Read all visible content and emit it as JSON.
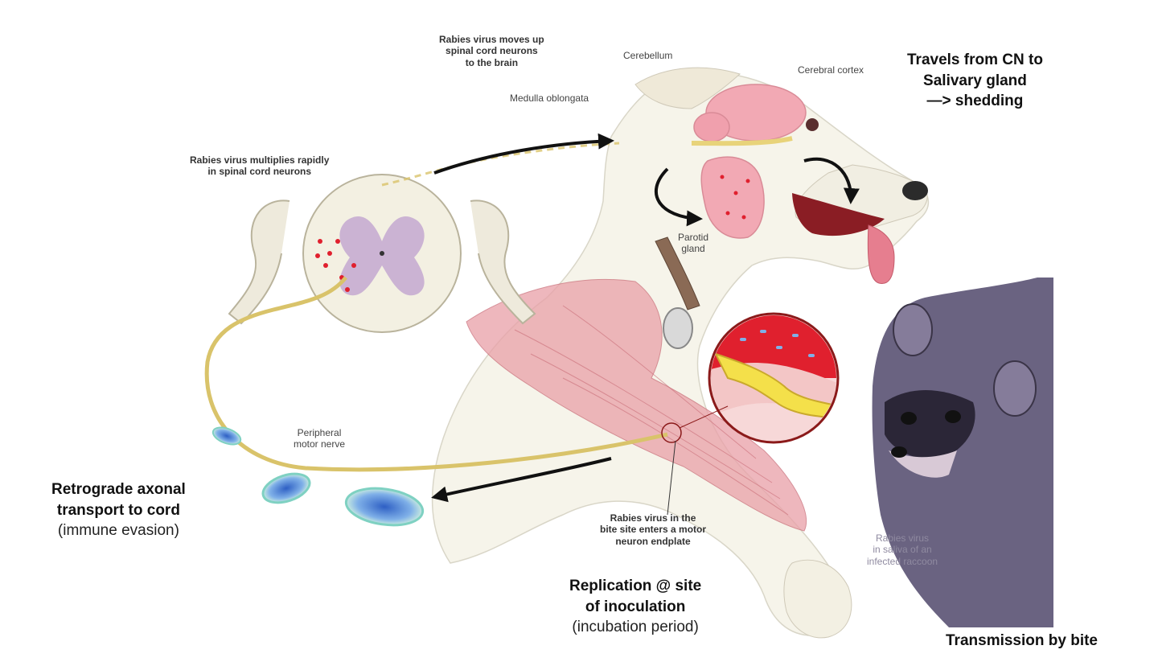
{
  "labels": {
    "spinal_up": [
      "Rabies virus moves up",
      "spinal cord neurons",
      "to the brain"
    ],
    "cerebellum": "Cerebellum",
    "cerebral_cortex": "Cerebral cortex",
    "medulla": "Medulla oblongata",
    "multiplies": [
      "Rabies virus multiplies rapidly",
      "in spinal cord neurons"
    ],
    "parotid": [
      "Parotid",
      "gland"
    ],
    "peripheral_nerve": [
      "Peripheral",
      "motor nerve"
    ],
    "bite_site": [
      "Rabies virus in the",
      "bite site enters a motor",
      "neuron endplate"
    ],
    "raccoon_saliva": [
      "Rabies virus",
      "in saliva of an",
      "infected  raccoon"
    ]
  },
  "notes": {
    "travels": [
      "Travels from CN to",
      "Salivary gland",
      "—> shedding"
    ],
    "retrograde": [
      "Retrograde axonal",
      "transport to cord"
    ],
    "retrograde_sub": "(immune evasion)",
    "replication": [
      "Replication @ site",
      "of inoculation"
    ],
    "replication_sub": "(incubation period)",
    "transmission": "Transmission by bite"
  },
  "colors": {
    "nerve": "#d9c36a",
    "muscle": "#e9a0a8",
    "brain": "#f2a9b4",
    "grey_matter": "#cbb3d3",
    "virus_red": "#e0202e",
    "raccoon": "#5b5470",
    "arrow": "#111111",
    "virion_blue": "#4a7bd0"
  }
}
